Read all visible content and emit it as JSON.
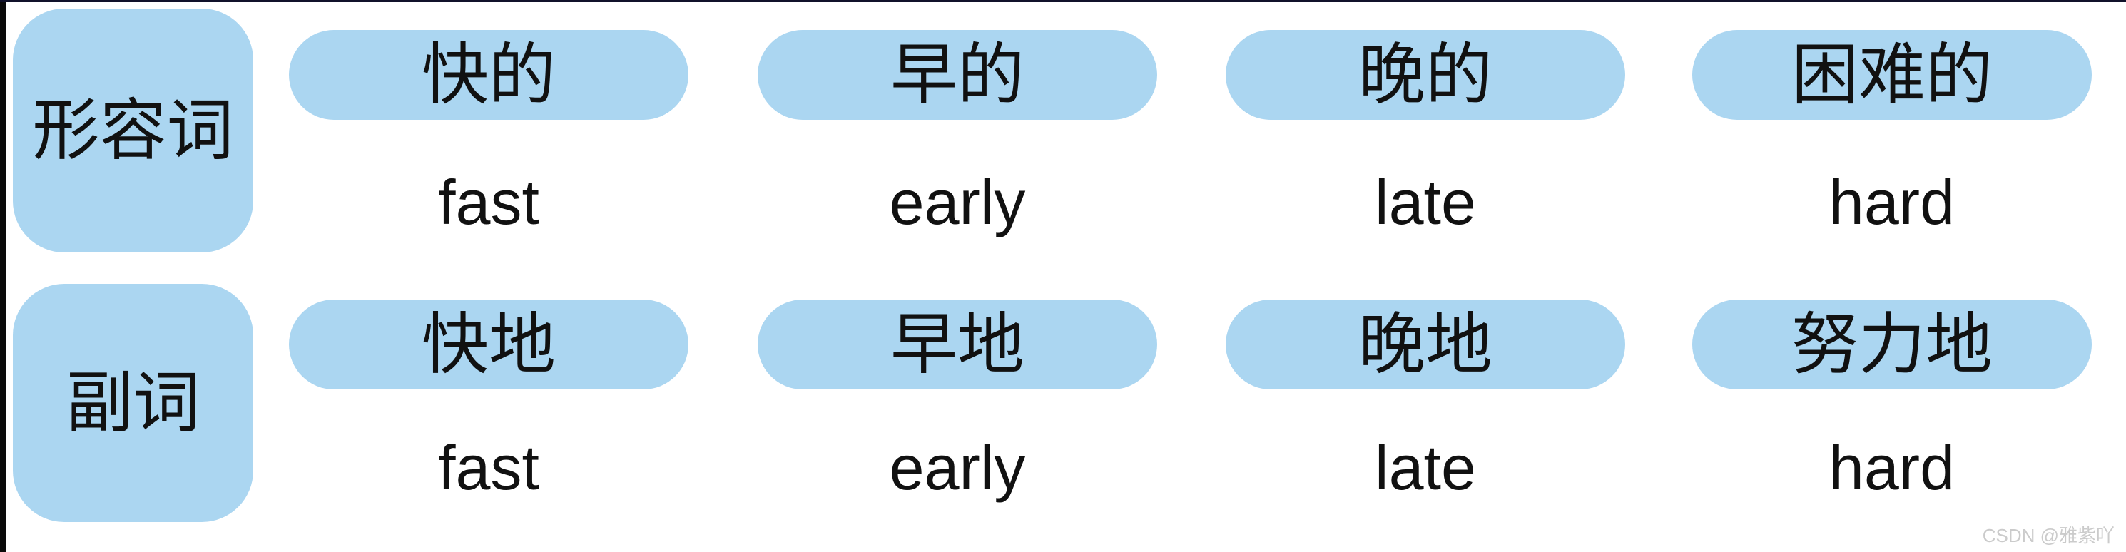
{
  "table": {
    "rows": [
      {
        "header": "形容词",
        "items": [
          {
            "zh": "快的",
            "en": "fast"
          },
          {
            "zh": "早的",
            "en": "early"
          },
          {
            "zh": "晚的",
            "en": "late"
          },
          {
            "zh": "困难的",
            "en": "hard"
          }
        ]
      },
      {
        "header": "副词",
        "items": [
          {
            "zh": "快地",
            "en": "fast"
          },
          {
            "zh": "早地",
            "en": "early"
          },
          {
            "zh": "晚地",
            "en": "late"
          },
          {
            "zh": "努力地",
            "en": "hard"
          }
        ]
      }
    ]
  },
  "watermark": "CSDN @雅紫吖",
  "colors": {
    "pill_blue": "#abd6f1",
    "text_black": "#111111",
    "watermark_gray": "#cbcbcb",
    "edge_left_black": "#0a0a0a",
    "edge_top_navy": "#11122b",
    "background_white": "#ffffff"
  }
}
